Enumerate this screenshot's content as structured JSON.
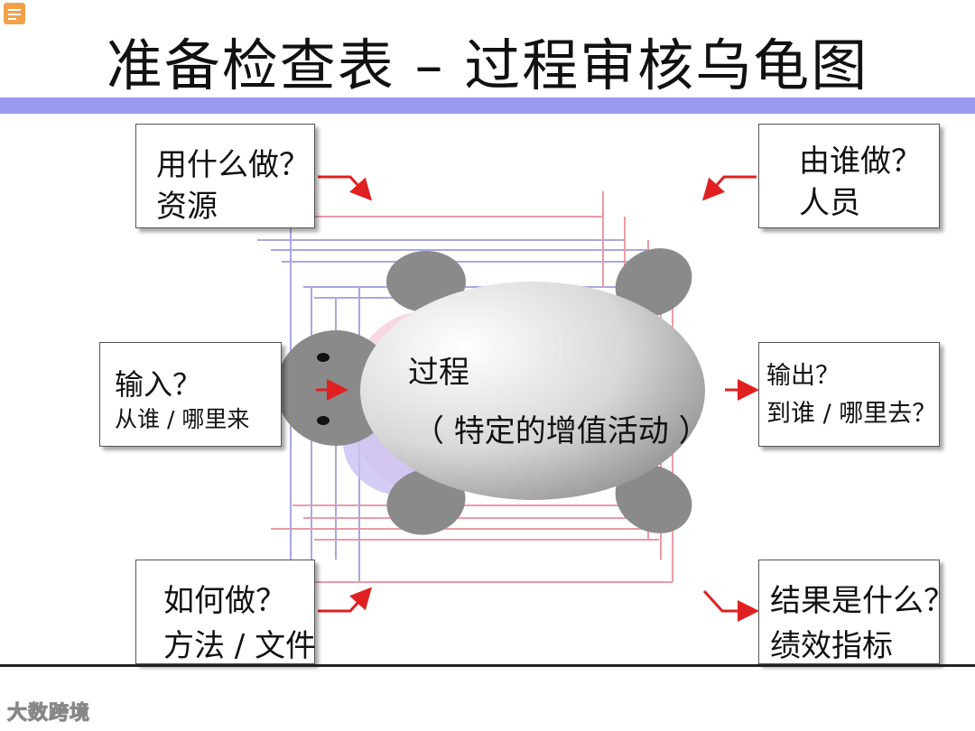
{
  "title": "准备检查表 – 过程审核乌龟图",
  "process": {
    "title": "过程",
    "description": "（ 特定的增值活动 ）"
  },
  "boxes": {
    "top_left": {
      "question": "用什么做？",
      "answer": "资源"
    },
    "top_right": {
      "question": "由谁做？",
      "answer": "人员"
    },
    "middle_left": {
      "question": "输入？",
      "answer": "从谁 / 哪里来"
    },
    "middle_right": {
      "question": "输出？",
      "answer": "到谁 / 哪里去？"
    },
    "bottom_left": {
      "question": "如何做？",
      "answer": "方法 / 文件"
    },
    "bottom_right": {
      "question": "结果是什么？",
      "answer": "绩效指标"
    }
  },
  "watermark": "大数跨境",
  "icons": [
    "note-icon",
    "arrow-icon"
  ],
  "colors": {
    "band": "#9b9bf0",
    "arrow": "#e02020",
    "turtle_body": "#8a8a8a",
    "red_lines": "#ee9aa6",
    "blue_lines": "#a8a8e0"
  }
}
